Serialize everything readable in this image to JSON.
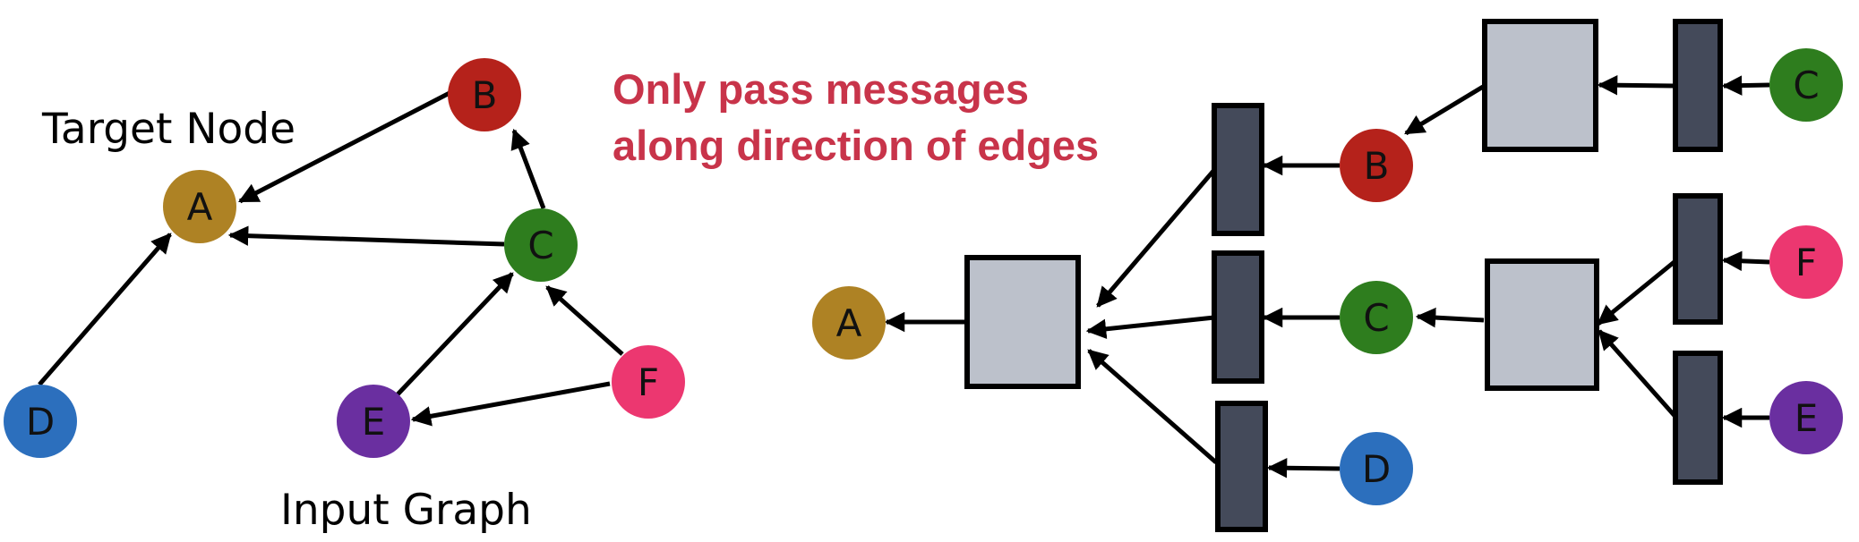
{
  "labels": {
    "target_node": "Target Node",
    "input_graph": "Input Graph"
  },
  "note": {
    "line1": "Only pass messages",
    "line2": "along direction of edges",
    "color": "#c8344a"
  },
  "colors": {
    "A": "#ae8224",
    "B": "#b5221b",
    "C": "#2e7d1e",
    "D": "#2c6fbd",
    "E": "#6a2fa0",
    "F": "#ec3770",
    "neural_box": "#bcc1cb",
    "aggregator_bar": "#444a5a",
    "edge": "#000000"
  },
  "graph": {
    "nodes": [
      "A",
      "B",
      "C",
      "D",
      "E",
      "F"
    ],
    "edges": [
      [
        "B",
        "A"
      ],
      [
        "C",
        "A"
      ],
      [
        "D",
        "A"
      ],
      [
        "C",
        "B"
      ],
      [
        "E",
        "C"
      ],
      [
        "F",
        "C"
      ],
      [
        "F",
        "E"
      ]
    ]
  },
  "tree": {
    "root": "A",
    "level1": [
      "B",
      "C",
      "D"
    ],
    "level2": [
      {
        "parent": "B",
        "children": [
          "C"
        ]
      },
      {
        "parent": "C",
        "children": [
          "F",
          "E"
        ]
      }
    ]
  }
}
